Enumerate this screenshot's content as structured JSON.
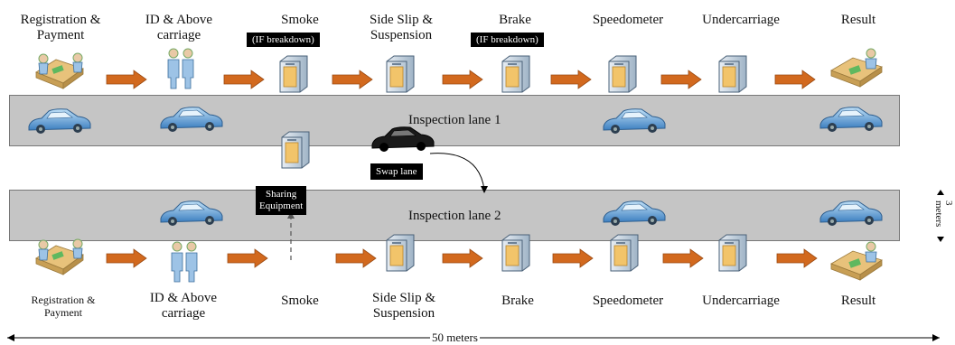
{
  "lane1": {
    "label": "Inspection lane 1",
    "stages": [
      {
        "label": "Registration &\nPayment"
      },
      {
        "label": "ID & Above\ncarriage"
      },
      {
        "label": "Smoke",
        "tag": "(IF breakdown)"
      },
      {
        "label": "Side Slip &\nSuspension"
      },
      {
        "label": "Brake",
        "tag": "(IF breakdown)"
      },
      {
        "label": "Speedometer"
      },
      {
        "label": "Undercarriage"
      },
      {
        "label": "Result"
      }
    ]
  },
  "lane2": {
    "label": "Inspection lane 2",
    "stages": [
      {
        "label": "Registration &\nPayment"
      },
      {
        "label": "ID & Above\ncarriage"
      },
      {
        "label": "Smoke"
      },
      {
        "label": "Side Slip &\nSuspension"
      },
      {
        "label": "Brake"
      },
      {
        "label": "Speedometer"
      },
      {
        "label": "Undercarriage"
      },
      {
        "label": "Result"
      }
    ]
  },
  "sharing_equipment": "Sharing\nEquipment",
  "swap_lane": "Swap lane",
  "lane_width": "3\nmeters",
  "total_length": "50 meters",
  "colors": {
    "arrow": "#d2691e",
    "lane": "#c5c5c5",
    "car": "#5b9bd5",
    "device_face": "#f2c46a"
  }
}
